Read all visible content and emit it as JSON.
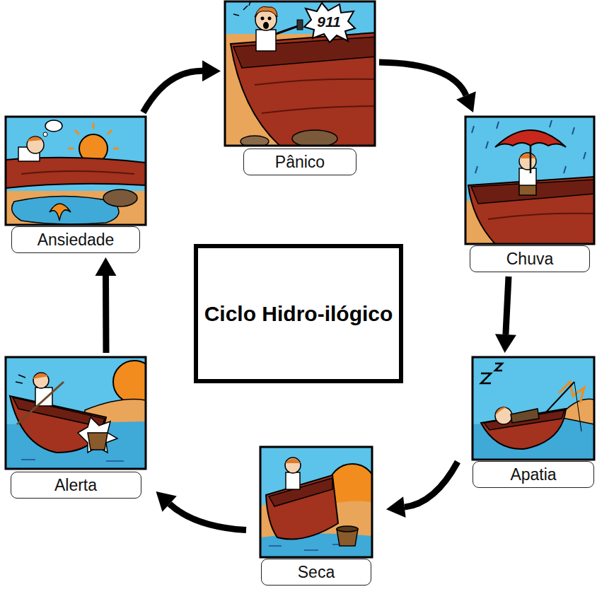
{
  "diagram": {
    "nodes": [
      {
        "text": [
          "Pânico"
        ]
      },
      {
        "text": [
          "Chuva"
        ]
      },
      {
        "text": [
          "Apatia"
        ]
      },
      {
        "text": [
          "Seca"
        ]
      },
      {
        "text": [
          "Alerta"
        ]
      },
      {
        "text": [
          "Ansiedade"
        ]
      },
      {
        "text": [
          "Ciclo Hidro-ilógico"
        ]
      }
    ],
    "edges": [
      {
        "from": 5,
        "to": 0,
        "arrow": "to"
      },
      {
        "from": 0,
        "to": 1,
        "arrow": "to"
      },
      {
        "from": 1,
        "to": 2,
        "arrow": "to"
      },
      {
        "from": 2,
        "to": 3,
        "arrow": "to"
      },
      {
        "from": 3,
        "to": 4,
        "arrow": "to"
      },
      {
        "from": 4,
        "to": 5,
        "arrow": "to"
      }
    ],
    "labels": [
      "911"
    ]
  }
}
